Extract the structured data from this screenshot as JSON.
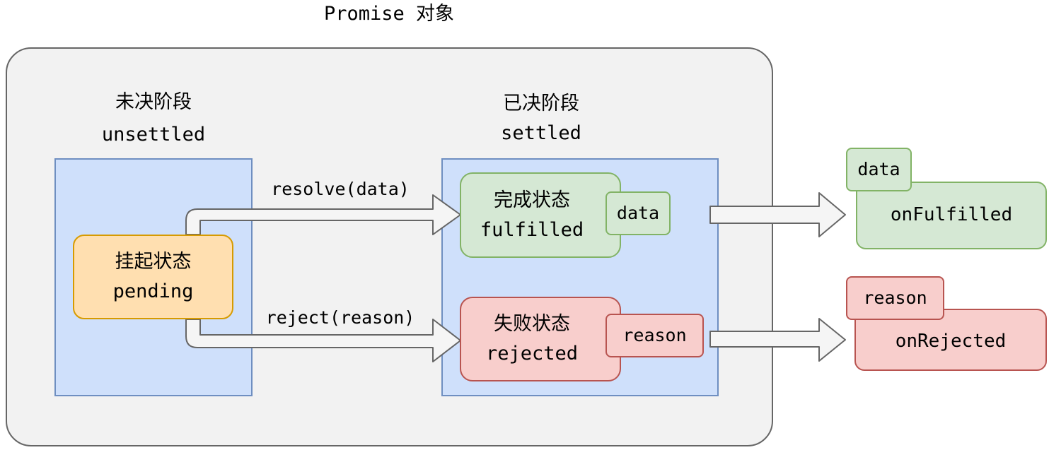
{
  "title": "Promise 对象",
  "unsettled": {
    "heading": "未决阶段",
    "heading_en": "unsettled"
  },
  "settled": {
    "heading": "已决阶段",
    "heading_en": "settled"
  },
  "pending": {
    "label": "挂起状态",
    "label_en": "pending"
  },
  "fulfilled": {
    "label": "完成状态",
    "label_en": "fulfilled",
    "tag": "data"
  },
  "rejected": {
    "label": "失败状态",
    "label_en": "rejected",
    "tag": "reason"
  },
  "transitions": {
    "resolve": "resolve(data)",
    "reject": "reject(reason)"
  },
  "handlers": {
    "fulfilled": {
      "label": "onFulfilled",
      "tag": "data"
    },
    "rejected": {
      "label": "onRejected",
      "tag": "reason"
    }
  },
  "colors": {
    "container_fill": "#f2f2f2",
    "region_fill": "#cfe0fb",
    "pending_fill": "#ffdfb0",
    "pending_stroke": "#d79b00",
    "fulfilled_fill": "#d5e8d4",
    "fulfilled_stroke": "#82b366",
    "rejected_fill": "#f8cecc",
    "rejected_stroke": "#b85450",
    "arrow_fill": "#f5f5f5",
    "arrow_stroke": "#666666"
  }
}
